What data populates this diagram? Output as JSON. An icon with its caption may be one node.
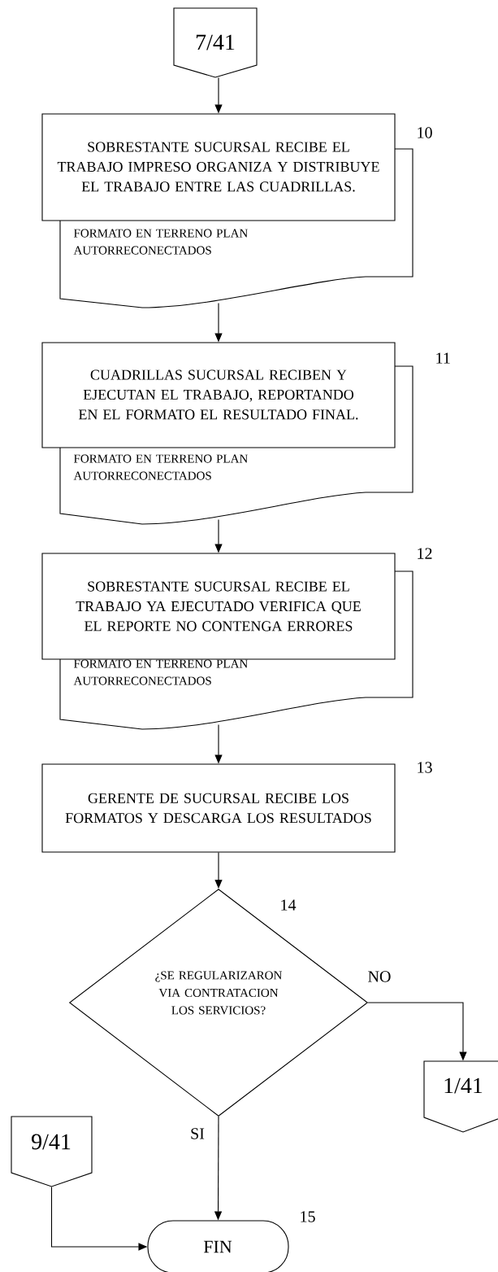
{
  "diagram": {
    "nodes": [
      {
        "text": [
          "7/41"
        ]
      },
      {
        "text": [
          "SOBRESTANTE  SUCURSAL RECIBE EL TRABAJO IMPRESO ORGANIZA Y DISTRIBUYE EL TRABAJO ENTRE LAS CUADRILLAS."
        ]
      },
      {
        "text": [
          "FORMATO EN TERRENO PLAN AUTORRECONECTADOS"
        ]
      },
      {
        "text": [
          "CUADRILLAS SUCURSAL RECIBEN Y EJECUTAN EL TRABAJO, REPORTANDO EN EL FORMATO EL RESULTADO FINAL."
        ]
      },
      {
        "text": [
          "FORMATO EN TERRENO PLAN AUTORRECONECTADOS"
        ]
      },
      {
        "text": [
          "SOBRESTANTE SUCURSAL RECIBE EL TRABAJO YA  EJECUTADO VERIFICA QUE EL REPORTE NO CONTENGA ERRORES"
        ]
      },
      {
        "text": [
          "FORMATO EN TERRENO PLAN AUTORRECONECTADOS"
        ]
      },
      {
        "text": [
          "GERENTE DE SUCURSAL RECIBE LOS FORMATOS Y DESCARGA LOS RESULTADOS"
        ]
      },
      {
        "text": [
          "¿SE REGULARIZARON VIA CONTRATACION LOS SERVICIOS?"
        ]
      },
      {
        "text": [
          "1/41"
        ]
      },
      {
        "text": [
          "9/41"
        ]
      },
      {
        "text": [
          "FIN"
        ]
      }
    ],
    "labels": [
      "10",
      "11",
      "12",
      "13",
      "14",
      "15"
    ],
    "edges": [
      {
        "from": 0,
        "to": 1,
        "arrow": "to"
      },
      {
        "from": 2,
        "to": 3,
        "arrow": "to"
      },
      {
        "from": 4,
        "to": 5,
        "arrow": "to"
      },
      {
        "from": 6,
        "to": 7,
        "arrow": "to"
      },
      {
        "from": 7,
        "to": 8,
        "arrow": "to"
      },
      {
        "from": 8,
        "to": 9,
        "arrow": "to",
        "label": "NO"
      },
      {
        "from": 8,
        "to": 11,
        "arrow": "to",
        "label": "SI"
      },
      {
        "from": 10,
        "to": 11,
        "arrow": "to"
      }
    ]
  }
}
